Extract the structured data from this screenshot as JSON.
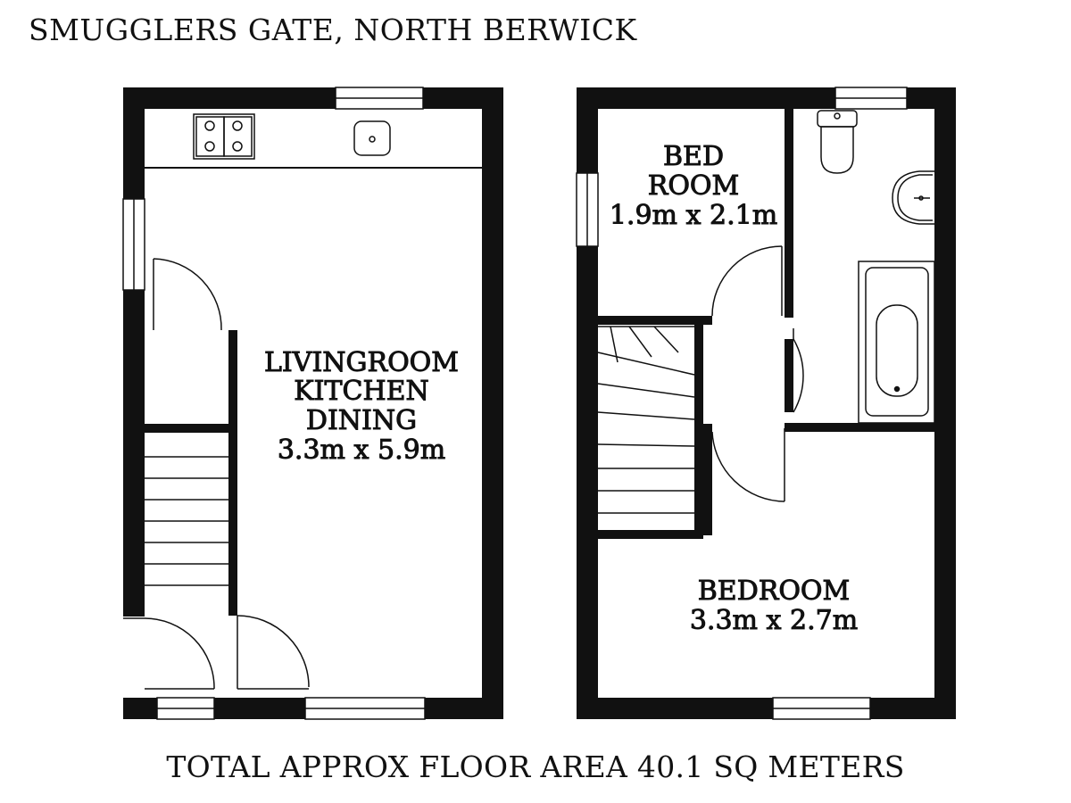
{
  "title": "SMUGGLERS GATE, NORTH BERWICK",
  "footer": "TOTAL APPROX FLOOR AREA 40.1 SQ METERS",
  "rooms": {
    "living": {
      "line1": "LIVINGROOM",
      "line2": "KITCHEN",
      "line3": "DINING",
      "size": "3.3m x 5.9m"
    },
    "small_bed": {
      "line1": "BED",
      "line2": "ROOM",
      "size": "1.9m x 2.1m"
    },
    "bedroom": {
      "line1": "BEDROOM",
      "size": "3.3m x 2.7m"
    }
  }
}
